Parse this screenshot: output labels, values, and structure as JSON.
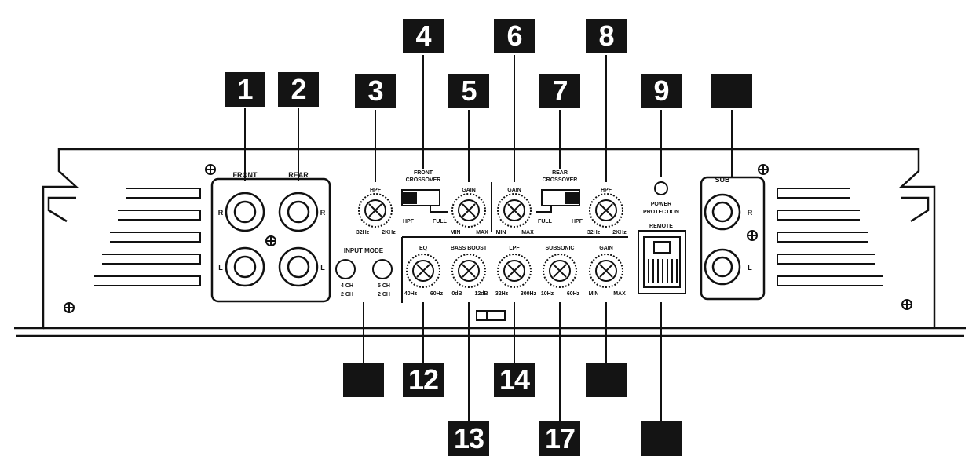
{
  "callouts": {
    "c1": "1",
    "c2": "2",
    "c3": "3",
    "c4": "4",
    "c5": "5",
    "c6": "6",
    "c7": "7",
    "c8": "8",
    "c9": "9",
    "c10": "",
    "c11": "",
    "c12": "12",
    "c13": "13",
    "c14": "14",
    "c15": "",
    "c16": "",
    "c17": "17"
  },
  "labels": {
    "front": "FRONT",
    "rear": "REAR",
    "sub": "SUB",
    "r": "R",
    "l": "L",
    "input_mode": "INPUT MODE",
    "in_a1": "4 CH",
    "in_a2": "2 CH",
    "in_b1": "5 CH",
    "in_b2": "2 CH",
    "hpf": "HPF",
    "hpf_min_f": "32Hz",
    "hpf_max_f": "2KHz",
    "front_crossover_1": "FRONT",
    "front_crossover_2": "CROSSOVER",
    "rear_crossover_1": "REAR",
    "rear_crossover_2": "CROSSOVER",
    "sw_hpf": "HPF",
    "sw_full": "FULL",
    "gain": "GAIN",
    "min": "MIN",
    "max": "MAX",
    "eq": "EQ",
    "eq_lo": "40Hz",
    "eq_hi": "60Hz",
    "bass_boost": "BASS BOOST",
    "bb_lo": "0dB",
    "bb_hi": "12dB",
    "lpf": "LPF",
    "lpf_lo": "32Hz",
    "lpf_hi": "300Hz",
    "subsonic": "SUBSONIC",
    "ss_lo": "10Hz",
    "ss_hi": "60Hz",
    "power": "POWER",
    "protection": "PROTECTION",
    "remote": "REMOTE"
  },
  "colors": {
    "ink": "#111111",
    "callout_bg": "#141414",
    "callout_text": "#ffffff"
  }
}
